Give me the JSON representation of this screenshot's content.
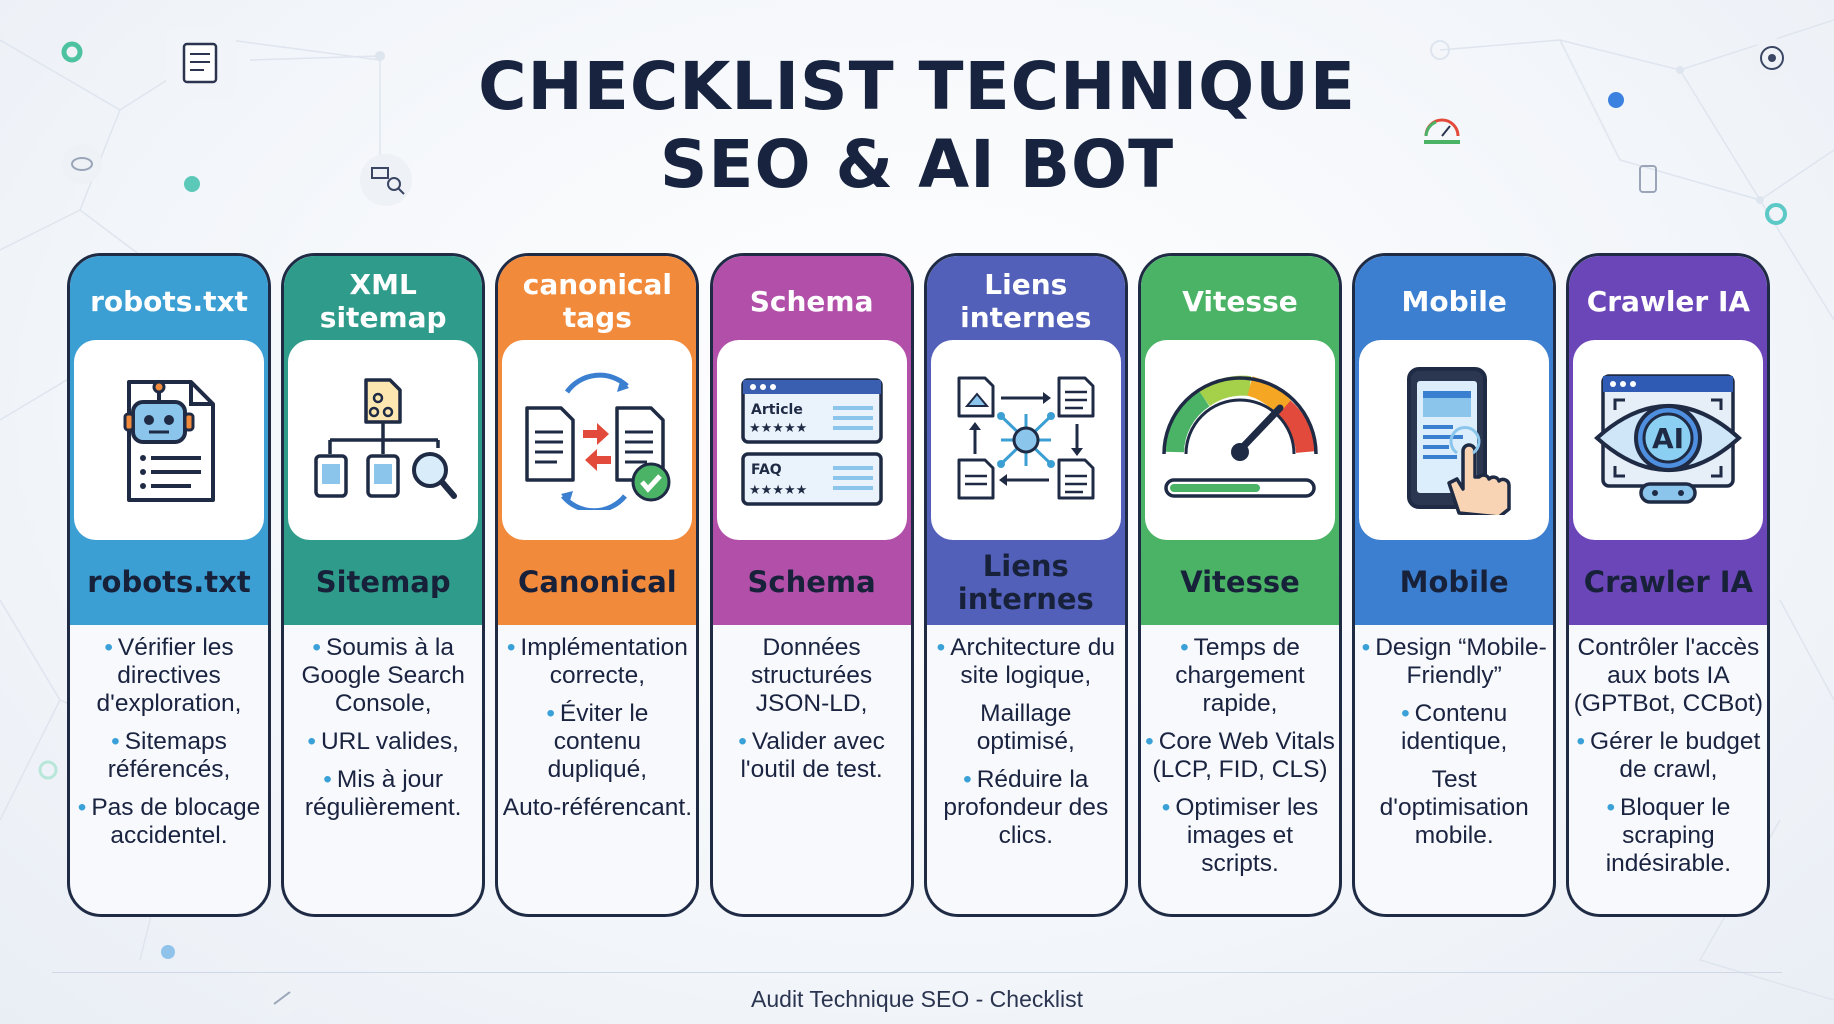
{
  "title": {
    "line1": "CHECKLIST TECHNIQUE",
    "line2": "SEO & AI BOT"
  },
  "cards": [
    {
      "header": "robots.txt",
      "label": "robots.txt",
      "color": "#3b9fd4",
      "icon": "robot-document-icon",
      "items": [
        {
          "text": "Vérifier les directives d'exploration,",
          "bullet": true
        },
        {
          "text": "Sitemaps référencés,",
          "bullet": true
        },
        {
          "text": "Pas de blocage accidentel.",
          "bullet": true
        }
      ]
    },
    {
      "header": "XML sitemap",
      "label": "Sitemap",
      "color": "#2f9c8b",
      "icon": "sitemap-tree-icon",
      "items": [
        {
          "text": "Soumis à la Google Search Console,",
          "bullet": true
        },
        {
          "text": "URL valides,",
          "bullet": true
        },
        {
          "text": "Mis à jour régulièrement.",
          "bullet": true
        }
      ]
    },
    {
      "header": "canonical tags",
      "label": "Canonical",
      "color": "#f28a3c",
      "icon": "canonical-documents-icon",
      "items": [
        {
          "text": "Implémentation correcte,",
          "bullet": true
        },
        {
          "text": "Éviter le contenu dupliqué,",
          "bullet": true
        },
        {
          "text": "Auto-référencant.",
          "bullet": false
        }
      ]
    },
    {
      "header": "Schema",
      "label": "Schema",
      "color": "#b14fa9",
      "icon": "schema-rich-results-icon",
      "items": [
        {
          "text": "Données structurées JSON-LD,",
          "bullet": false
        },
        {
          "text": "Valider avec l'outil de test.",
          "bullet": true
        }
      ]
    },
    {
      "header": "Liens internes",
      "label": "Liens internes",
      "color": "#5360b9",
      "icon": "internal-links-network-icon",
      "items": [
        {
          "text": "Architecture du site logique,",
          "bullet": true
        },
        {
          "text": "Maillage optimisé,",
          "bullet": false
        },
        {
          "text": "Réduire la profondeur des clics.",
          "bullet": true
        }
      ]
    },
    {
      "header": "Vitesse",
      "label": "Vitesse",
      "color": "#4bb366",
      "icon": "speedometer-icon",
      "items": [
        {
          "text": "Temps de chargement rapide,",
          "bullet": true
        },
        {
          "text": "Core Web Vitals (LCP, FID, CLS)",
          "bullet": true
        },
        {
          "text": "Optimiser les images et scripts.",
          "bullet": true
        }
      ]
    },
    {
      "header": "Mobile",
      "label": "Mobile",
      "color": "#3c7fd0",
      "icon": "mobile-phone-tap-icon",
      "items": [
        {
          "text": "Design “Mobile-Friendly”",
          "bullet": true
        },
        {
          "text": "Contenu identique,",
          "bullet": true
        },
        {
          "text": "Test d'optimisation mobile.",
          "bullet": false
        }
      ]
    },
    {
      "header": "Crawler IA",
      "label": "Crawler IA",
      "color": "#6b46b8",
      "icon": "ai-eye-crawler-icon",
      "items": [
        {
          "text": "Contrôler l'accès aux bots IA (GPTBot, CCBot)",
          "bullet": false
        },
        {
          "text": "Gérer le budget de crawl,",
          "bullet": true
        },
        {
          "text": "Bloquer le scraping indésirable.",
          "bullet": true
        }
      ]
    }
  ],
  "footer": "Audit Technique SEO - Checklist"
}
